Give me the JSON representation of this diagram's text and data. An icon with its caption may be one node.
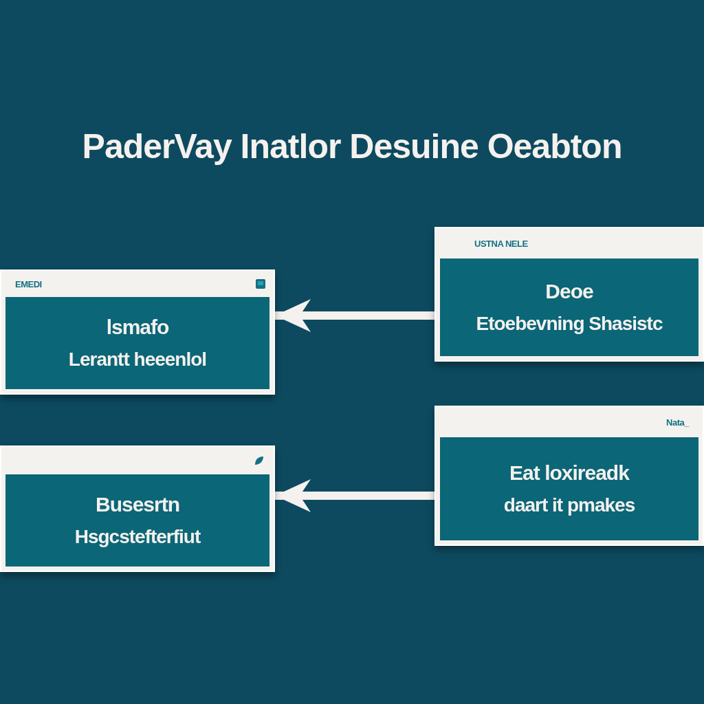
{
  "diagram": {
    "title": "PaderVay Inatlor Desuine Oeabton",
    "nodes": [
      {
        "text": [
          "EMEDI",
          "lsmafo",
          "Lerantt heeenlol"
        ]
      },
      {
        "text": [
          "USTNA NELE",
          "Deoe",
          "Etoebevning Shasistc"
        ]
      },
      {
        "text": [
          "Busesrtn",
          "Hsgcstefterfiut"
        ]
      },
      {
        "text": [
          "Nata_",
          "Eat loxireadk",
          "daart it pmakes"
        ]
      }
    ],
    "edges": [
      {
        "from": 1,
        "to": 0,
        "arrow": "to"
      },
      {
        "from": 3,
        "to": 2,
        "arrow": "to"
      }
    ]
  }
}
